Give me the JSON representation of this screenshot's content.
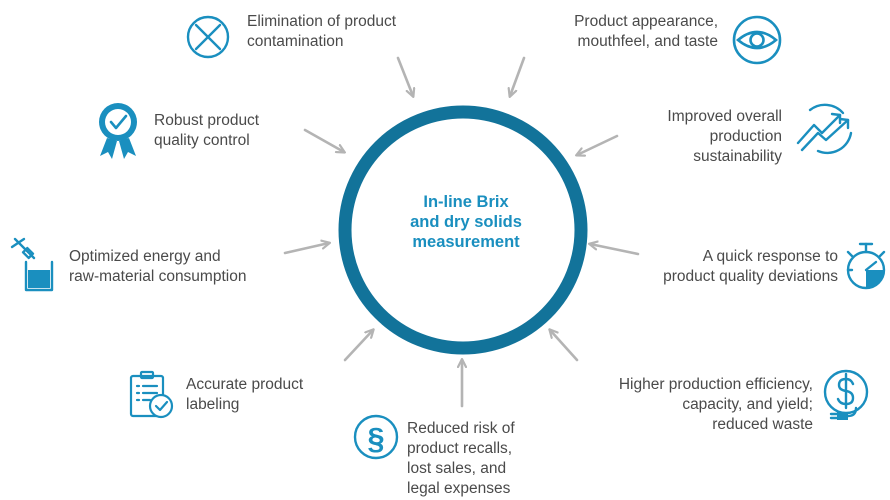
{
  "colors": {
    "accent": "#1a8fbf",
    "ring": "#12739a",
    "arrow": "#b4b4b4",
    "text": "#4a4a4a"
  },
  "center": {
    "label": "In-line Brix\nand dry solids\nmeasurement"
  },
  "benefits": [
    {
      "id": "contamination",
      "icon": "x-circle-icon",
      "text": "Elimination of product\ncontamination"
    },
    {
      "id": "appearance",
      "icon": "eye-icon",
      "text": "Product appearance,\nmouthfeel, and taste"
    },
    {
      "id": "quality-control",
      "icon": "award-ribbon-icon",
      "text": "Robust product\nquality control"
    },
    {
      "id": "sustainability",
      "icon": "trend-arrows-icon",
      "text": "Improved overall\nproduction\nsustainability"
    },
    {
      "id": "energy",
      "icon": "dropper-beaker-icon",
      "text": "Optimized energy and\nraw-material consumption"
    },
    {
      "id": "response",
      "icon": "stopwatch-icon",
      "text": "A quick response to\nproduct quality deviations"
    },
    {
      "id": "labeling",
      "icon": "clipboard-check-icon",
      "text": "Accurate product\nlabeling"
    },
    {
      "id": "efficiency",
      "icon": "dollar-plug-icon",
      "text": "Higher production efficiency,\ncapacity, and yield;\nreduced waste"
    },
    {
      "id": "recalls",
      "icon": "section-sign-icon",
      "text": "Reduced risk of\nproduct recalls,\nlost sales, and\nlegal expenses"
    }
  ]
}
